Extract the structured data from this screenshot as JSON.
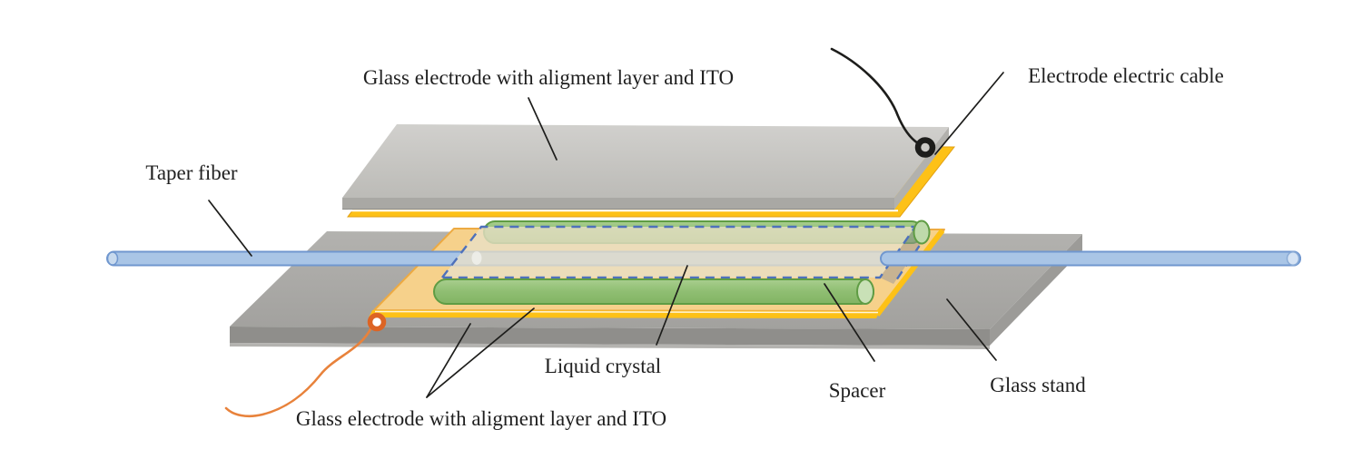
{
  "labels": {
    "top_electrode": "Glass electrode with aligment layer and ITO",
    "electrode_cable": "Electrode electric cable",
    "taper_fiber": "Taper fiber",
    "liquid_crystal": "Liquid crystal",
    "bottom_electrode": "Glass electrode with aligment layer and ITO",
    "spacer": "Spacer",
    "glass_stand": "Glass stand"
  },
  "colors": {
    "ito_gold": "#fdc117",
    "electrode_body_orange": "#f6d18b",
    "electrode_edge_orange": "#edaa42",
    "spacer_green": "#8fbe72",
    "spacer_outline_green": "#5f9c44",
    "fiber_blue": "#a9c5e6",
    "fiber_outline_blue": "#7097cf",
    "liquid_crystal_beige": "#e9e0c8",
    "lc_dash_blue": "#4e71bb",
    "glass_plate_gray": "#c6c5c2",
    "glass_plate_front_gray": "#a9a8a4",
    "stand_front_gray": "#8f8e8b",
    "cable_black": "#1d1d1b",
    "cable_orange": "#e8823b",
    "ring_orange": "#dd6424",
    "text": "#1f1f1f"
  }
}
